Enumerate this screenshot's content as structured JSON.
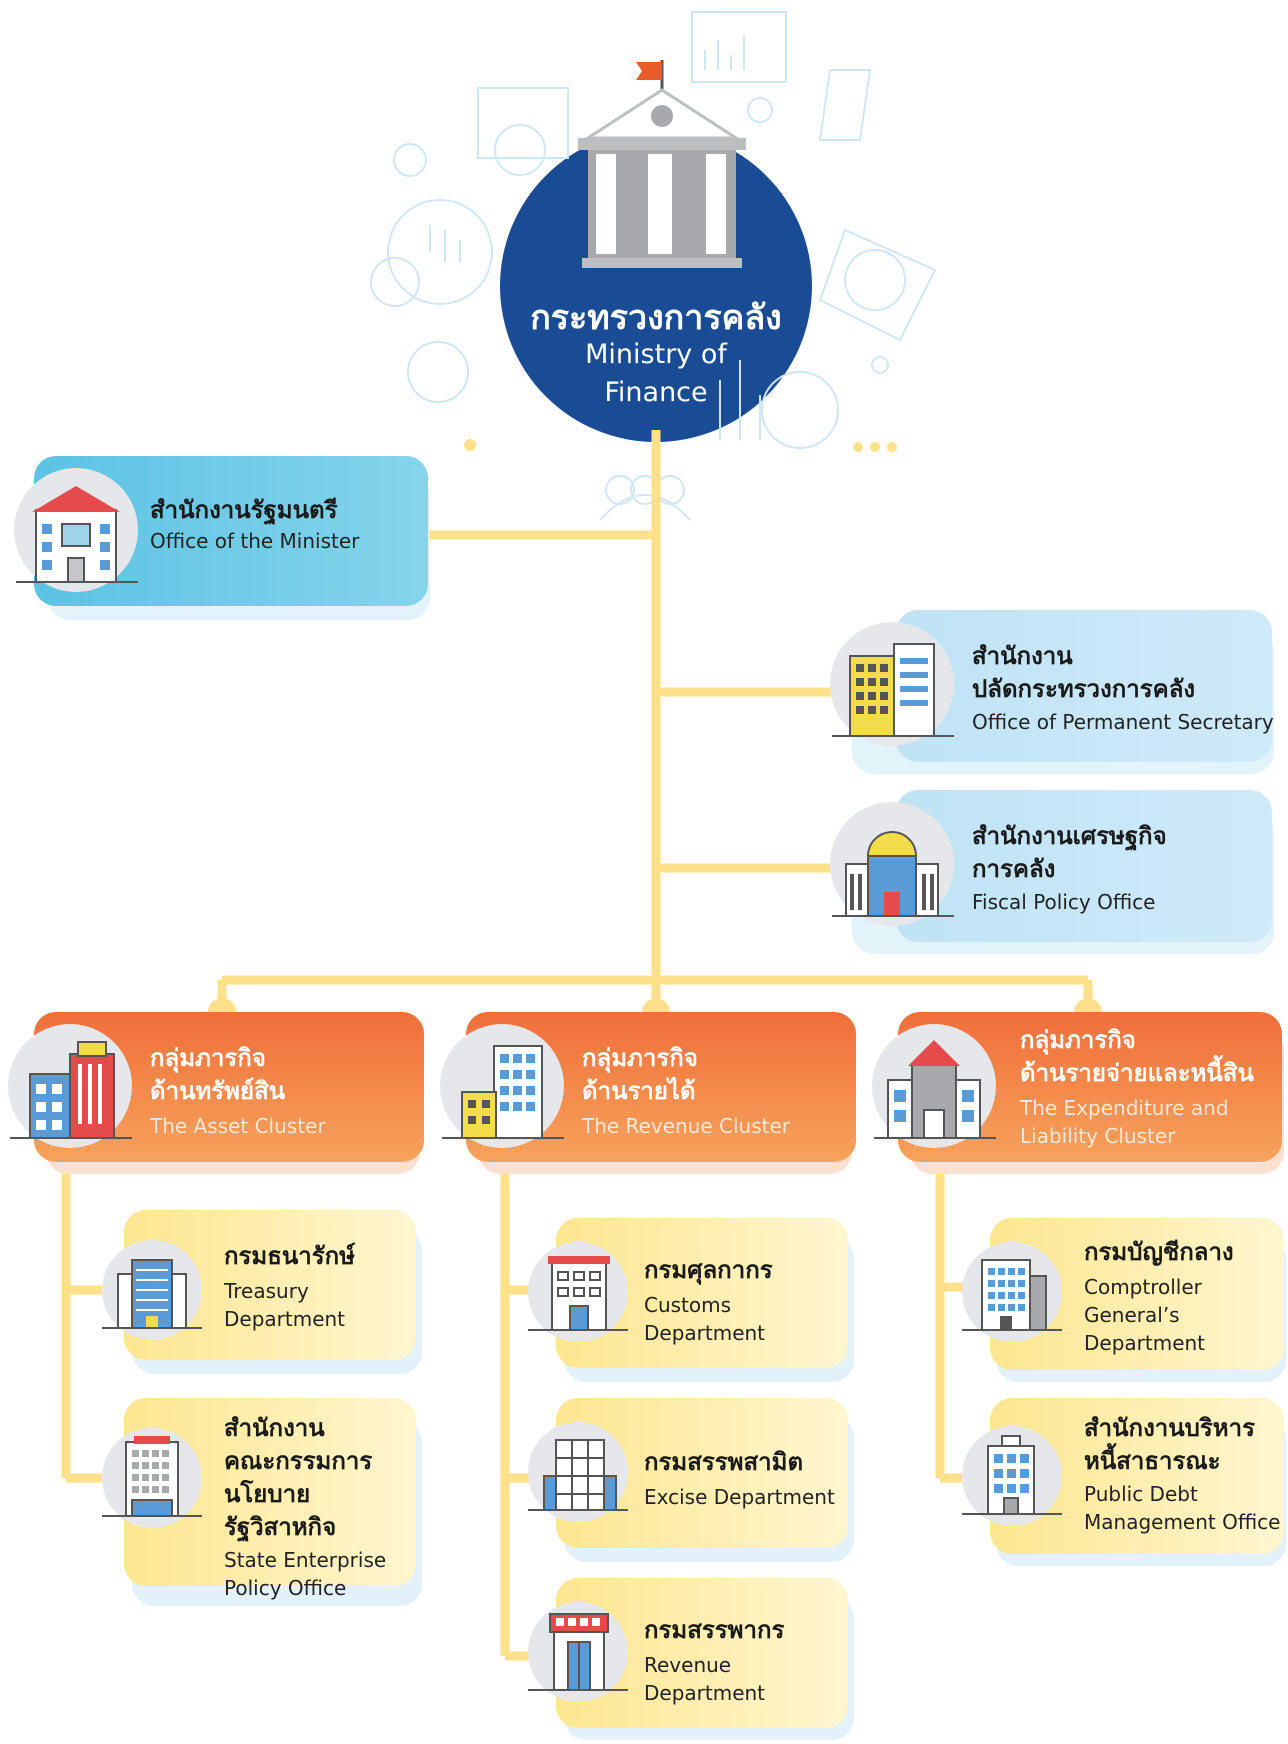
{
  "ministry": {
    "thai": "กระทรวงการคลัง",
    "eng_line1": "Ministry of",
    "eng_line2": "Finance"
  },
  "offices": {
    "minister": {
      "thai": "สำนักงานรัฐมนตรี",
      "eng": "Office of the Minister"
    },
    "permanent_secretary": {
      "thai_line1": "สำนักงาน",
      "thai_line2": "ปลัดกระทรวงการคลัง",
      "eng": "Office of Permanent Secretary"
    },
    "fiscal_policy": {
      "thai_line1": "สำนักงานเศรษฐกิจ",
      "thai_line2": "การคลัง",
      "eng": "Fiscal Policy Office"
    }
  },
  "clusters": {
    "asset": {
      "thai_line1": "กลุ่มภารกิจ",
      "thai_line2": "ด้านทรัพย์สิน",
      "eng": "The Asset Cluster"
    },
    "revenue": {
      "thai_line1": "กลุ่มภารกิจ",
      "thai_line2": "ด้านรายได้",
      "eng": "The Revenue Cluster"
    },
    "expenditure": {
      "thai_line1": "กลุ่มภารกิจ",
      "thai_line2": "ด้านรายจ่ายและหนี้สิน",
      "eng_line1": "The Expenditure and",
      "eng_line2": "Liability Cluster"
    }
  },
  "departments": {
    "treasury": {
      "thai": "กรมธนารักษ์",
      "eng_line1": "Treasury",
      "eng_line2": "Department"
    },
    "sepo": {
      "thai_line1": "สำนักงาน",
      "thai_line2": "คณะกรรมการ",
      "thai_line3": "นโยบายรัฐวิสาหกิจ",
      "eng_line1": "State Enterprise",
      "eng_line2": "Policy Office"
    },
    "customs": {
      "thai": "กรมศุลกากร",
      "eng_line1": "Customs",
      "eng_line2": "Department"
    },
    "excise": {
      "thai": "กรมสรรพสามิต",
      "eng": "Excise Department"
    },
    "revenue": {
      "thai": "กรมสรรพากร",
      "eng_line1": "Revenue",
      "eng_line2": "Department"
    },
    "comptroller": {
      "thai": "กรมบัญชีกลาง",
      "eng_line1": "Comptroller",
      "eng_line2": "General’s",
      "eng_line3": "Department"
    },
    "pdmo": {
      "thai_line1": "สำนักงานบริหาร",
      "thai_line2": "หนี้สาธารณะ",
      "eng_line1": "Public Debt",
      "eng_line2": "Management Office"
    }
  },
  "colors": {
    "connector": "#fde08a",
    "ministry_circle": "#1a4c95",
    "minister_card": "#5bc3e3",
    "office_card": "#bfe3f5",
    "cluster_card": "#f06e3a",
    "department_card": "#fde690"
  }
}
